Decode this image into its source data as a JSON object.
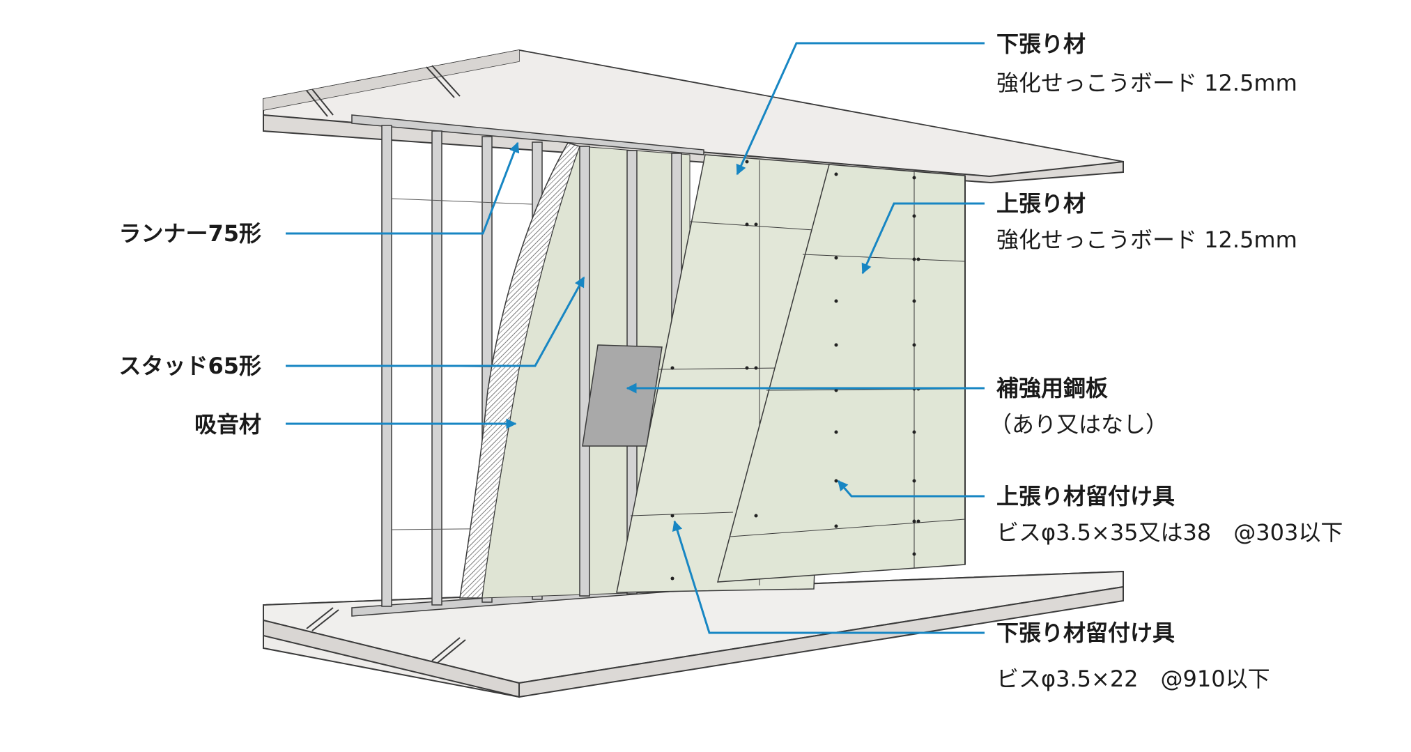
{
  "labels": {
    "runner": "ランナー75形",
    "stud": "スタッド65形",
    "insulation": "吸音材",
    "under_board_title": "下張り材",
    "under_board_spec": "強化せっこうボード 12.5mm",
    "over_board_title": "上張り材",
    "over_board_spec": "強化せっこうボード 12.5mm",
    "steel_plate_title": "補強用鋼板",
    "steel_plate_note": "（あり又はなし）",
    "over_fastener_title": "上張り材留付け具",
    "over_fastener_spec": "ビスφ3.5×35又は38　@303以下",
    "under_fastener_title": "下張り材留付け具",
    "under_fastener_spec": "ビスφ3.5×22　@910以下"
  },
  "colors": {
    "leader": "#1786c3",
    "slab": "#e6e4e2",
    "slab_edge": "#f2f1f0",
    "board": "#e4e8dc",
    "frame": "#c8c8c8",
    "steel_plate": "#a9a9a9",
    "line": "#3a3a3a"
  }
}
